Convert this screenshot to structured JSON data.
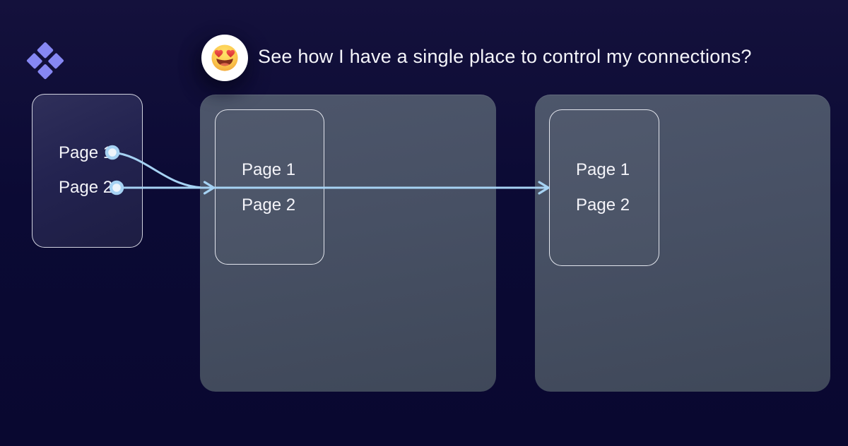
{
  "colors": {
    "background": "#0b0a34",
    "background_top": "#14113c",
    "panel_top": "#4d566b",
    "panel_mid": "#475064",
    "panel_bottom": "#3f4859",
    "source_top": "#2f2f5a",
    "source_mid": "#232350",
    "source_bottom": "#1d1d43",
    "card_border": "#e8eaf2",
    "connector": "#a6d2f3",
    "dot_fill": "#edf4fb",
    "text": "#f4f4f9",
    "logo": "#8687f3",
    "emoji_bg": "#ffffff"
  },
  "header": {
    "logo_icon": "four-diamonds-logo",
    "emoji_icon": "heart-eyes-emoji",
    "emoji_char": "😍",
    "headline": "See how I have a single place to control my connections?"
  },
  "source_card": {
    "pages": [
      "Page 1",
      "Page 2"
    ]
  },
  "middle_panel": {
    "card": {
      "pages": [
        "Page 1",
        "Page 2"
      ]
    }
  },
  "right_panel": {
    "card": {
      "pages": [
        "Page 1",
        "Page 2"
      ]
    }
  },
  "connections": {
    "edges": [
      {
        "from": "Page 1",
        "merge": "joins Page 2 line"
      },
      {
        "from": "Page 2",
        "to": [
          "middle card",
          "right card"
        ]
      }
    ]
  }
}
